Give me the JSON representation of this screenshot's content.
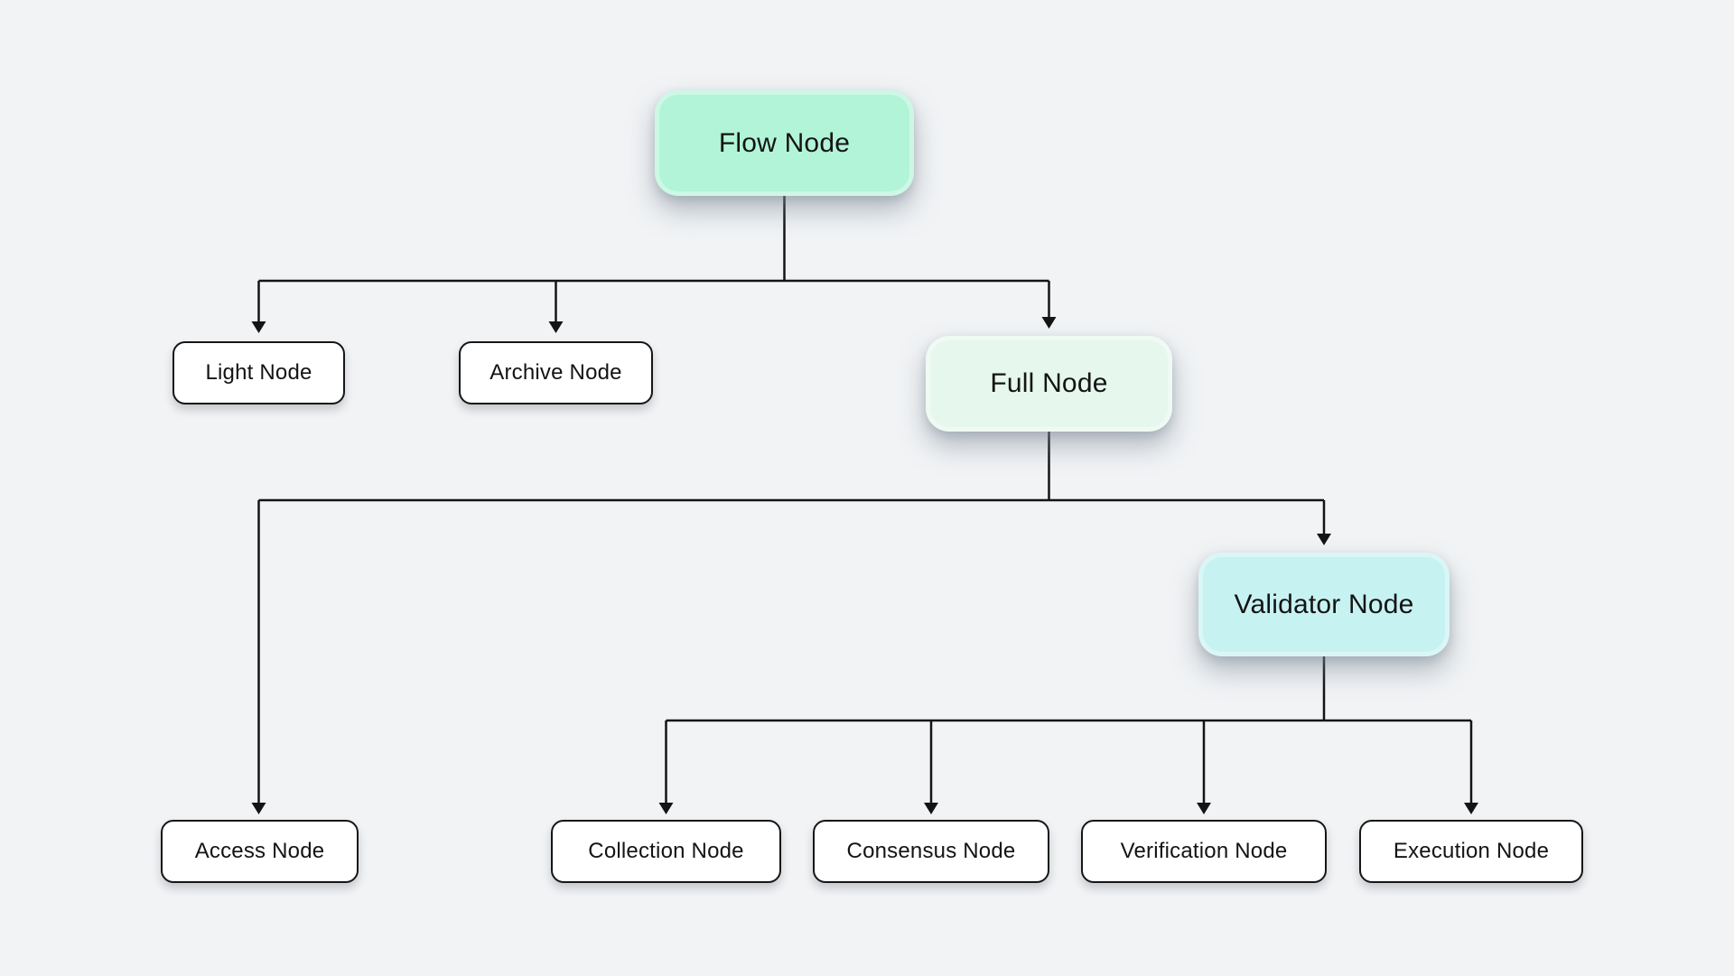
{
  "canvas": {
    "background": "#f1f3f5",
    "line_color": "#141414"
  },
  "nodes": {
    "flow": {
      "label": "Flow Node",
      "fill": "#b1f4d8"
    },
    "light": {
      "label": "Light Node",
      "fill": "#ffffff"
    },
    "archive": {
      "label": "Archive Node",
      "fill": "#ffffff"
    },
    "full": {
      "label": "Full Node",
      "fill": "#e6f7ee"
    },
    "validator": {
      "label": "Validator Node",
      "fill": "#c7f2f2"
    },
    "access": {
      "label": "Access Node",
      "fill": "#ffffff"
    },
    "collection": {
      "label": "Collection Node",
      "fill": "#ffffff"
    },
    "consensus": {
      "label": "Consensus Node",
      "fill": "#ffffff"
    },
    "verification": {
      "label": "Verification Node",
      "fill": "#ffffff"
    },
    "execution": {
      "label": "Execution Node",
      "fill": "#ffffff"
    }
  },
  "hierarchy": {
    "flow": [
      "light",
      "archive",
      "full"
    ],
    "full": [
      "access",
      "validator"
    ],
    "validator": [
      "collection",
      "consensus",
      "verification",
      "execution"
    ]
  }
}
